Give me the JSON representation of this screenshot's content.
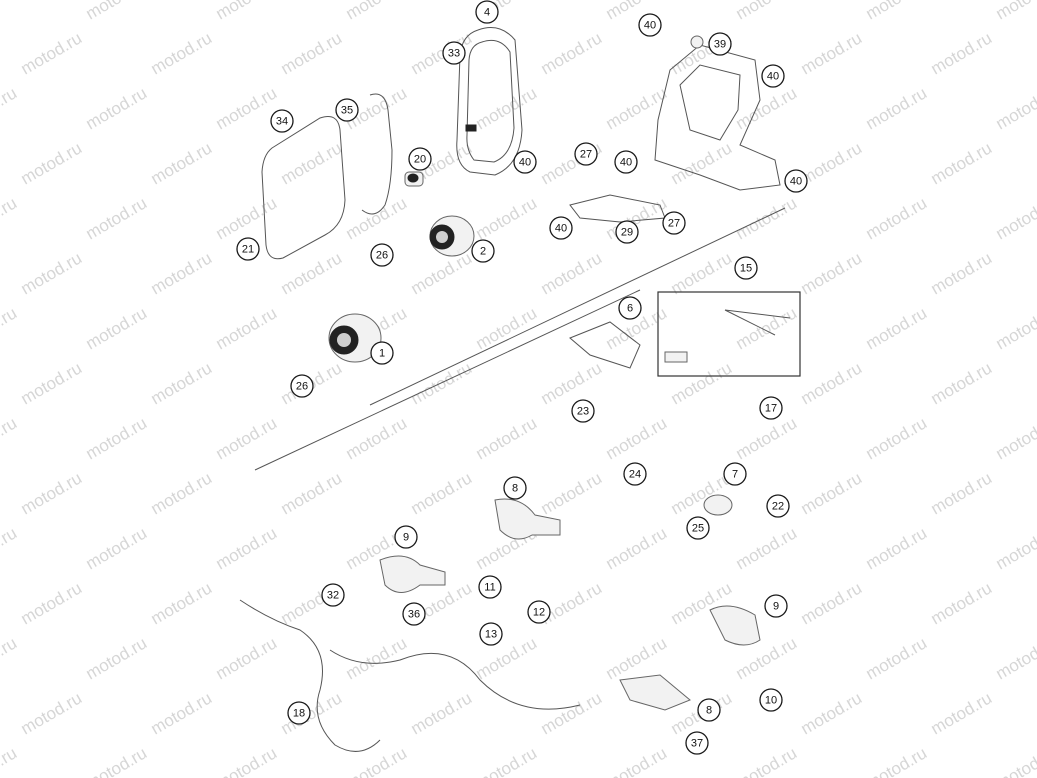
{
  "watermark": "motod.ru",
  "callouts": [
    {
      "id": "c4",
      "label": "4"
    },
    {
      "id": "c33",
      "label": "33"
    },
    {
      "id": "c40a",
      "label": "40"
    },
    {
      "id": "c39",
      "label": "39"
    },
    {
      "id": "c40b",
      "label": "40"
    },
    {
      "id": "c34",
      "label": "34"
    },
    {
      "id": "c35",
      "label": "35"
    },
    {
      "id": "c20",
      "label": "20"
    },
    {
      "id": "c40c",
      "label": "40"
    },
    {
      "id": "c27a",
      "label": "27"
    },
    {
      "id": "c40d",
      "label": "40"
    },
    {
      "id": "c40e",
      "label": "40"
    },
    {
      "id": "c21",
      "label": "21"
    },
    {
      "id": "c26a",
      "label": "26"
    },
    {
      "id": "c2",
      "label": "2"
    },
    {
      "id": "c40f",
      "label": "40"
    },
    {
      "id": "c29",
      "label": "29"
    },
    {
      "id": "c27b",
      "label": "27"
    },
    {
      "id": "c15",
      "label": "15"
    },
    {
      "id": "c6",
      "label": "6"
    },
    {
      "id": "c1",
      "label": "1"
    },
    {
      "id": "c26b",
      "label": "26"
    },
    {
      "id": "c23",
      "label": "23"
    },
    {
      "id": "c17",
      "label": "17"
    },
    {
      "id": "c24",
      "label": "24"
    },
    {
      "id": "c7",
      "label": "7"
    },
    {
      "id": "c8a",
      "label": "8"
    },
    {
      "id": "c22",
      "label": "22"
    },
    {
      "id": "c25",
      "label": "25"
    },
    {
      "id": "c9a",
      "label": "9"
    },
    {
      "id": "c11",
      "label": "11"
    },
    {
      "id": "c32",
      "label": "32"
    },
    {
      "id": "c36",
      "label": "36"
    },
    {
      "id": "c12",
      "label": "12"
    },
    {
      "id": "c9b",
      "label": "9"
    },
    {
      "id": "c13",
      "label": "13"
    },
    {
      "id": "c10",
      "label": "10"
    },
    {
      "id": "c18",
      "label": "18"
    },
    {
      "id": "c8b",
      "label": "8"
    },
    {
      "id": "c37",
      "label": "37"
    }
  ]
}
